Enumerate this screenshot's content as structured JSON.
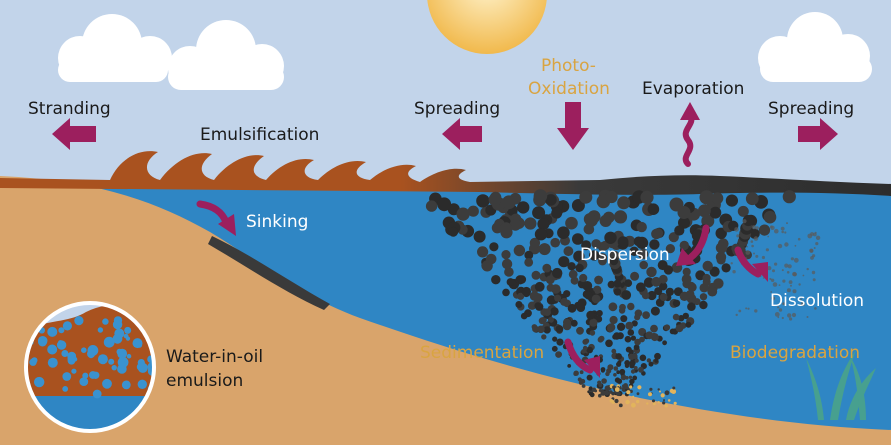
{
  "labels": {
    "stranding": "Stranding",
    "emulsification": "Emulsification",
    "spreading_left": "Spreading",
    "photo_oxidation_line1": "Photo-",
    "photo_oxidation_line2": "Oxidation",
    "evaporation": "Evaporation",
    "spreading_right": "Spreading",
    "sinking": "Sinking",
    "dispersion": "Dispersion",
    "dissolution": "Dissolution",
    "sedimentation": "Sedimentation",
    "biodegradation": "Biodegradation",
    "water_in_oil_line1": "Water-in-oil",
    "water_in_oil_line2": "emulsion"
  },
  "colors": {
    "sky": "#c2d4ea",
    "water": "#2f86c4",
    "sand": "#d9a46b",
    "oil_dark": "#3a3a3a",
    "oil_brown": "#a9521f",
    "arrow": "#9c1f5e",
    "sun": "#f3c15a",
    "gold_text": "#d9a441",
    "seagrass": "#4aa38a"
  },
  "icons": {
    "sun": "sun-icon",
    "cloud": "cloud-icon",
    "arrow": "arrow-icon",
    "wavy_arrow": "wavy-arrow-icon"
  }
}
